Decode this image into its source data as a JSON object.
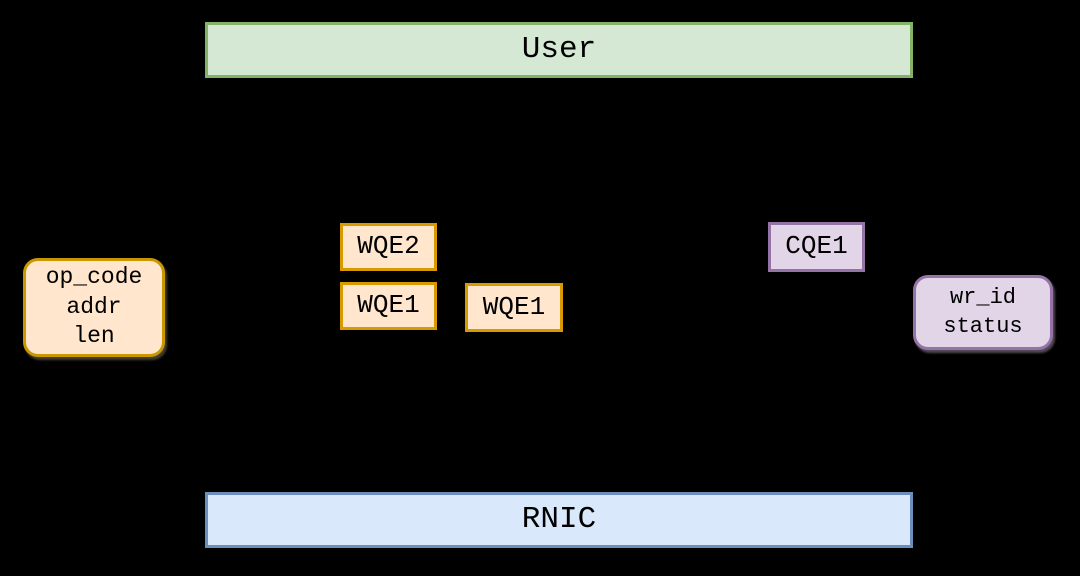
{
  "diagram": {
    "background": "#000000",
    "text_color": "#000000",
    "user": {
      "label": "User",
      "fill": "#d5e8d4",
      "stroke": "#82b366"
    },
    "rnic": {
      "label": "RNIC",
      "fill": "#dae8fc",
      "stroke": "#6c8ebf"
    },
    "wqe2": {
      "label": "WQE2",
      "fill": "#ffe6cc",
      "stroke": "#d79b00"
    },
    "wqe1_left": {
      "label": "WQE1",
      "fill": "#ffe6cc",
      "stroke": "#d79b00"
    },
    "wqe1_right": {
      "label": "WQE1",
      "fill": "#ffe6cc",
      "stroke": "#d79b00"
    },
    "cqe1": {
      "label": "CQE1",
      "fill": "#e1d5e7",
      "stroke": "#9673a6"
    },
    "work_request": {
      "lines": [
        "op_code",
        "addr",
        "len"
      ],
      "fill": "#ffe6cc",
      "stroke": "#c99700"
    },
    "completion": {
      "lines": [
        "wr_id",
        "status"
      ],
      "fill": "#e1d5e7",
      "stroke": "#9673a6"
    }
  }
}
